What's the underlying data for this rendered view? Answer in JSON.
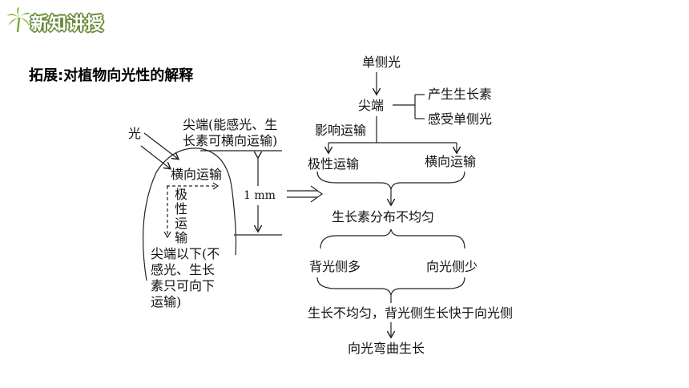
{
  "header": {
    "badge_text": "新知讲授"
  },
  "page_title": "拓展:对植物向光性的解释",
  "left_figure": {
    "light_label": "光",
    "tip_note_1": "尖端(能感光、生",
    "tip_note_2": "长素可横向运输)",
    "lateral_transport": "横向运输",
    "polar_chars": [
      "极",
      "性",
      "运",
      "输"
    ],
    "scale_label": "1 mm",
    "below_note_lines": [
      "尖端以下(不",
      "感光、生长",
      "素只可向下",
      "运输)"
    ]
  },
  "flow": {
    "unilateral_light": "单侧光",
    "tip": "尖端",
    "auxin_production": "产生生长素",
    "perceive_light": "感受单侧光",
    "affect_transport": "影响运输",
    "polar_transport": "极性运输",
    "lateral_transport": "横向运输",
    "uneven_distribution": "生长素分布不均匀",
    "shade_side_more": "背光侧多",
    "light_side_less": "向光侧少",
    "uneven_growth": "生长不均匀，背光侧生长快于向光侧",
    "phototropism": "向光弯曲生长"
  },
  "colors": {
    "badge_green": "#6a8a3a",
    "palm_green": "#7aa840"
  }
}
